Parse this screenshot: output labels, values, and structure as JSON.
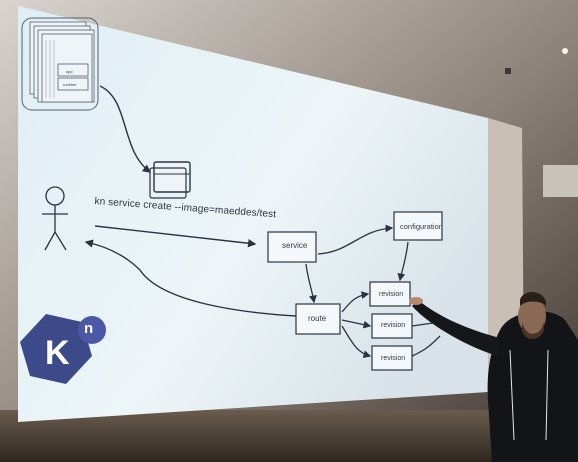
{
  "slide": {
    "command": "kn service create --image=maeddes/test",
    "stack_labels": {
      "app": "app",
      "runtime": "runtime"
    },
    "boxes": {
      "service": "service",
      "configuration": "configuration",
      "route": "route",
      "revision_1": "revision",
      "revision_2": "revision",
      "revision_3": "revision"
    },
    "logo": {
      "letter": "K",
      "superscript": "n",
      "color": "#3d4a8a"
    }
  },
  "colors": {
    "screen": "#e8f1f6",
    "wall": "#3a322b",
    "ink": "#2c3340"
  }
}
